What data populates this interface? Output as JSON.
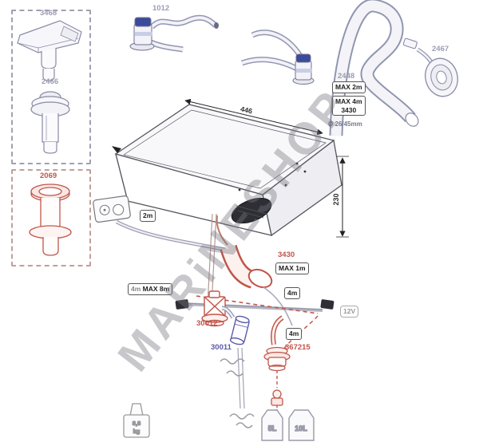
{
  "watermark": "MARiNESHOP",
  "insets": {
    "vent_cap_label": "3468",
    "vent_label": "2466",
    "deck_fitting_label": "2069"
  },
  "pump_kit_label": "1012",
  "hull_fitting_label": "2467",
  "vent_specs": {
    "kit_label": "2448",
    "max_rise": "MAX 2m",
    "max_run": "MAX 4m",
    "hose_label": "3430",
    "diameter": "Ø 26/45mm"
  },
  "unit": {
    "width_mm": "446",
    "height_mm": "230",
    "power_cord": "2m"
  },
  "drain": {
    "elbow_label": "3430",
    "max_length": "MAX 1m",
    "hose_length": "4m"
  },
  "intake_hose": {
    "length": "4m",
    "max_length": "MAX 8m"
  },
  "parts": {
    "pump_label": "30012",
    "strainer_label": "30011",
    "seacock_label": "367215",
    "seacock_hose_length": "4m"
  },
  "power_label": "12V",
  "weight": {
    "value": "8,8",
    "unit": "kg"
  },
  "tanks": {
    "small": "5L",
    "large": "10L"
  }
}
